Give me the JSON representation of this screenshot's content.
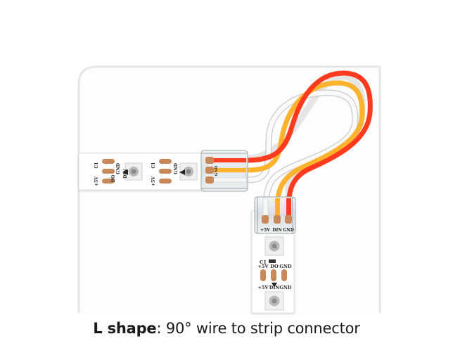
{
  "caption": {
    "bold": "L shape",
    "rest": ": 90° wire to strip connector"
  },
  "strip_labels": {
    "gnd": "GND",
    "do": "DO",
    "din": "DIN",
    "plus5v": "+5V",
    "c1": "C1"
  },
  "connector_labels": {
    "plus5v": "+5V",
    "din": "DIN",
    "gnd": "GND"
  },
  "wire_colors": {
    "red": "#ff3b1f",
    "yellow": "#ffb22b",
    "white": "#f4f4f4"
  },
  "colors": {
    "strip": "#ffffff",
    "pad": "#c9885a",
    "frame": "#e8e8e8"
  }
}
